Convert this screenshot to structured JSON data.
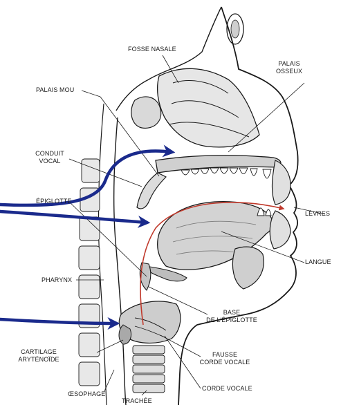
{
  "labels": {
    "fosse_nasale": "FOSSE NASALE",
    "palais_osseux_1": "PALAIS",
    "palais_osseux_2": "OSSEUX",
    "palais_mou": "PALAIS MOU",
    "conduit_vocal_1": "CONDUIT",
    "conduit_vocal_2": "VOCAL",
    "epiglotte": "ÉPIGLOTTE",
    "levres": "LÈVRES",
    "langue": "LANGUE",
    "pharynx": "PHARYNX",
    "base_epiglotte_1": "BASE",
    "base_epiglotte_2": "DE L'ÉPIGLOTTE",
    "cartilage_1": "CARTILAGE",
    "cartilage_2": "ARYTÉNOÏDE",
    "fausse_corde_1": "FAUSSE",
    "fausse_corde_2": "CORDE VOCALE",
    "corde_vocale": "CORDE VOCALE",
    "oesophage": "ŒSOPHAGE",
    "trachee": "TRACHÉE"
  },
  "colors": {
    "line": "#1a1a1a",
    "arrow_blue": "#1a2a8c",
    "arrow_red": "#c0392b"
  }
}
